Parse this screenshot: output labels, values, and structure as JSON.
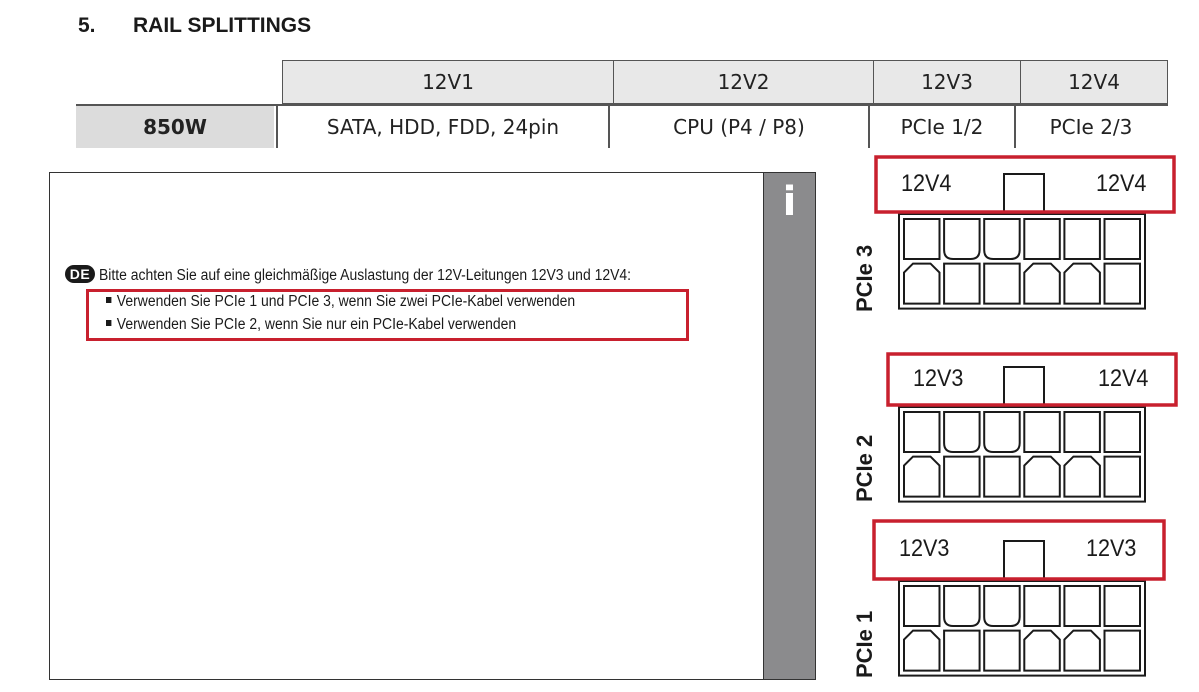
{
  "section": {
    "number": "5.",
    "title": "RAIL SPLITTINGS"
  },
  "rail_table": {
    "headers": [
      "12V1",
      "12V2",
      "12V3",
      "12V4"
    ],
    "row_label": "850W",
    "values": [
      "SATA, HDD, FDD, 24pin",
      "CPU (P4 / P8)",
      "PCIe 1/2",
      "PCIe 2/3"
    ]
  },
  "info_box": {
    "icon": "i",
    "language_badge": "DE",
    "note": "Bitte achten Sie auf eine gleichmäßige Auslastung der 12V-Leitungen 12V3 und 12V4:",
    "bullets": [
      "Verwenden Sie PCIe 1 und PCIe 3, wenn Sie zwei PCIe-Kabel verwenden",
      "Verwenden Sie PCIe 2, wenn Sie nur ein PCIe-Kabel verwenden"
    ]
  },
  "connectors": [
    {
      "name": "PCIe 3",
      "left_rail": "12V4",
      "right_rail": "12V4"
    },
    {
      "name": "PCIe 2",
      "left_rail": "12V3",
      "right_rail": "12V4"
    },
    {
      "name": "PCIe 1",
      "left_rail": "12V3",
      "right_rail": "12V3"
    }
  ],
  "colors": {
    "highlight": "#c8202e",
    "info_bar": "#8b8b8d",
    "header_bg": "#e8e8e8"
  }
}
